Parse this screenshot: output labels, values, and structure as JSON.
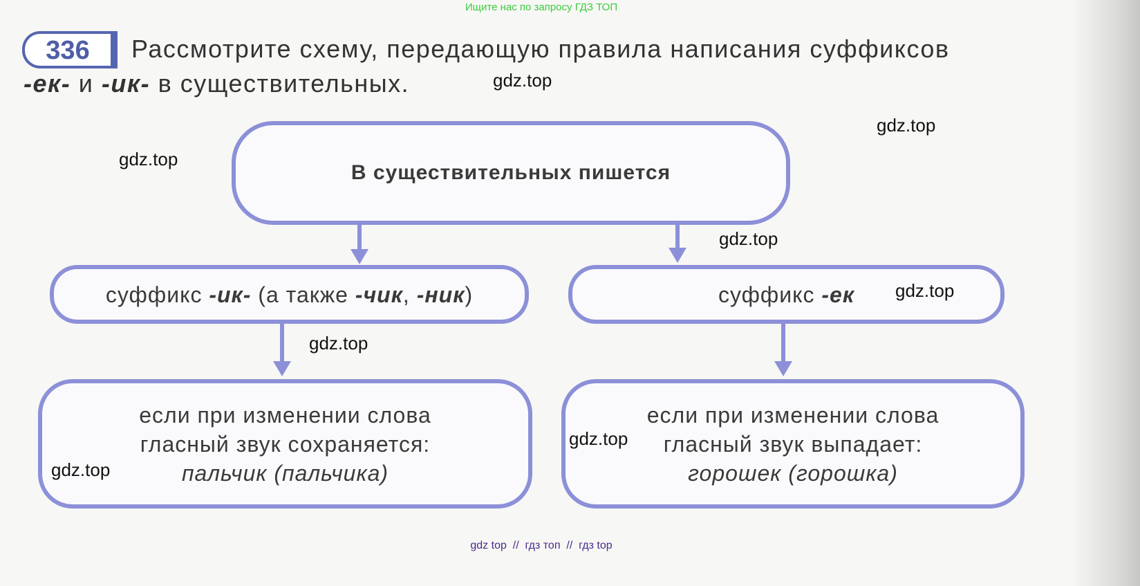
{
  "banner": "Ищите нас по запросу ГДЗ ТОП",
  "exercise": {
    "number": "336",
    "line1": "Рассмотрите схему, передающую правила написания суффиксов",
    "suffix_ek": "-ек-",
    "and": "и",
    "suffix_ik": "-ик-",
    "line2_rest": "в существительных."
  },
  "scheme": {
    "top": "В существительных пишется",
    "left_mid": {
      "prefix": "суффикс",
      "suffix": "-ик-",
      "paren_open": "(а также",
      "chik": "-чик",
      "comma": ",",
      "nik": "-ник",
      "paren_close": ")"
    },
    "right_mid": {
      "prefix": "суффикс",
      "suffix": "-ек"
    },
    "left_bottom": {
      "l1": "если при изменении слова",
      "l2": "гласный звук сохраняется:",
      "example": "пальчик (пальчика)"
    },
    "right_bottom": {
      "l1": "если при изменении слова",
      "l2": "гласный звук выпадает:",
      "example": "горошек (горошка)"
    }
  },
  "watermark": "gdz.top",
  "footer": "gdz top  //  гдз топ  //  гдз top"
}
